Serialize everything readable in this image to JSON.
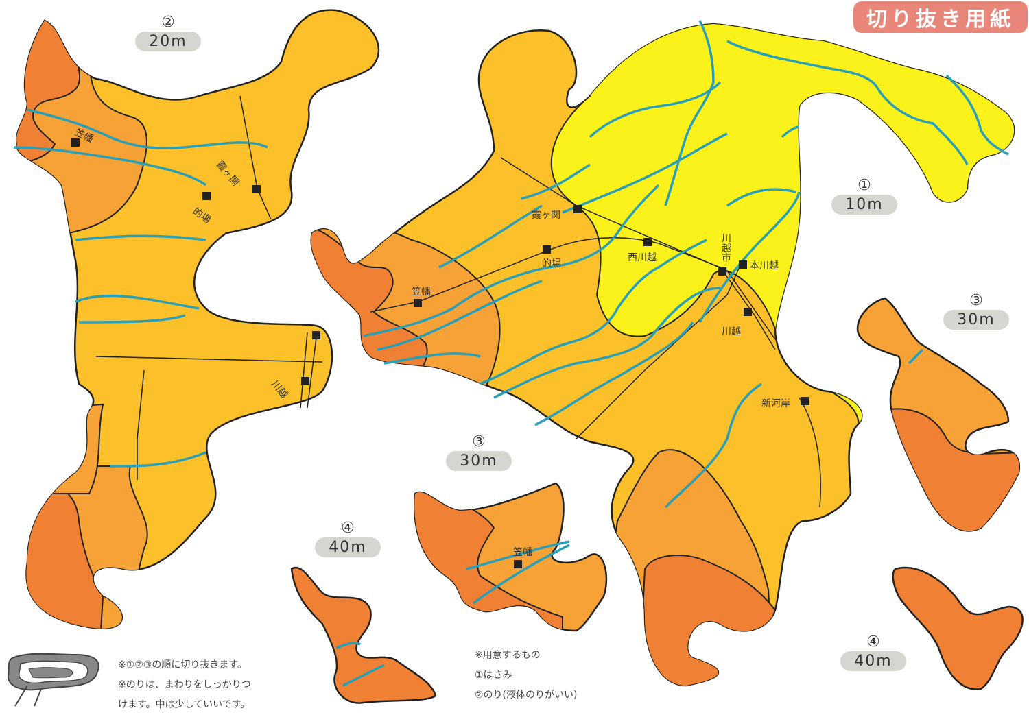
{
  "title": "切り抜き用紙",
  "colors": {
    "level_10m": "#fbf21c",
    "level_20m": "#fbc02a",
    "level_30m": "#f6a236",
    "level_40m": "#ef8034",
    "river": "#2a9fb6",
    "outline": "#222222",
    "title_badge": "#e9867a"
  },
  "pieces": [
    {
      "number": "①",
      "elevation": "10m"
    },
    {
      "number": "②",
      "elevation": "20m"
    },
    {
      "number": "③",
      "elevation": "30m"
    },
    {
      "number": "③",
      "elevation": "30m"
    },
    {
      "number": "④",
      "elevation": "40m"
    },
    {
      "number": "④",
      "elevation": "40m"
    }
  ],
  "stations": [
    "霞ヶ関",
    "的場",
    "西川越",
    "川越市",
    "本川越",
    "笠幡",
    "川越",
    "新河岸",
    "笠幡",
    "霞ヶ関",
    "的場",
    "川越",
    "笠幡"
  ],
  "instructions": [
    "※①②③の順に切り抜きます。",
    "※のりは、まわりをしっかりつ",
    "けます。中は少していいです。"
  ],
  "materials": [
    "※用意するもの",
    "①はさみ",
    "②のり(液体のりがいい)"
  ]
}
